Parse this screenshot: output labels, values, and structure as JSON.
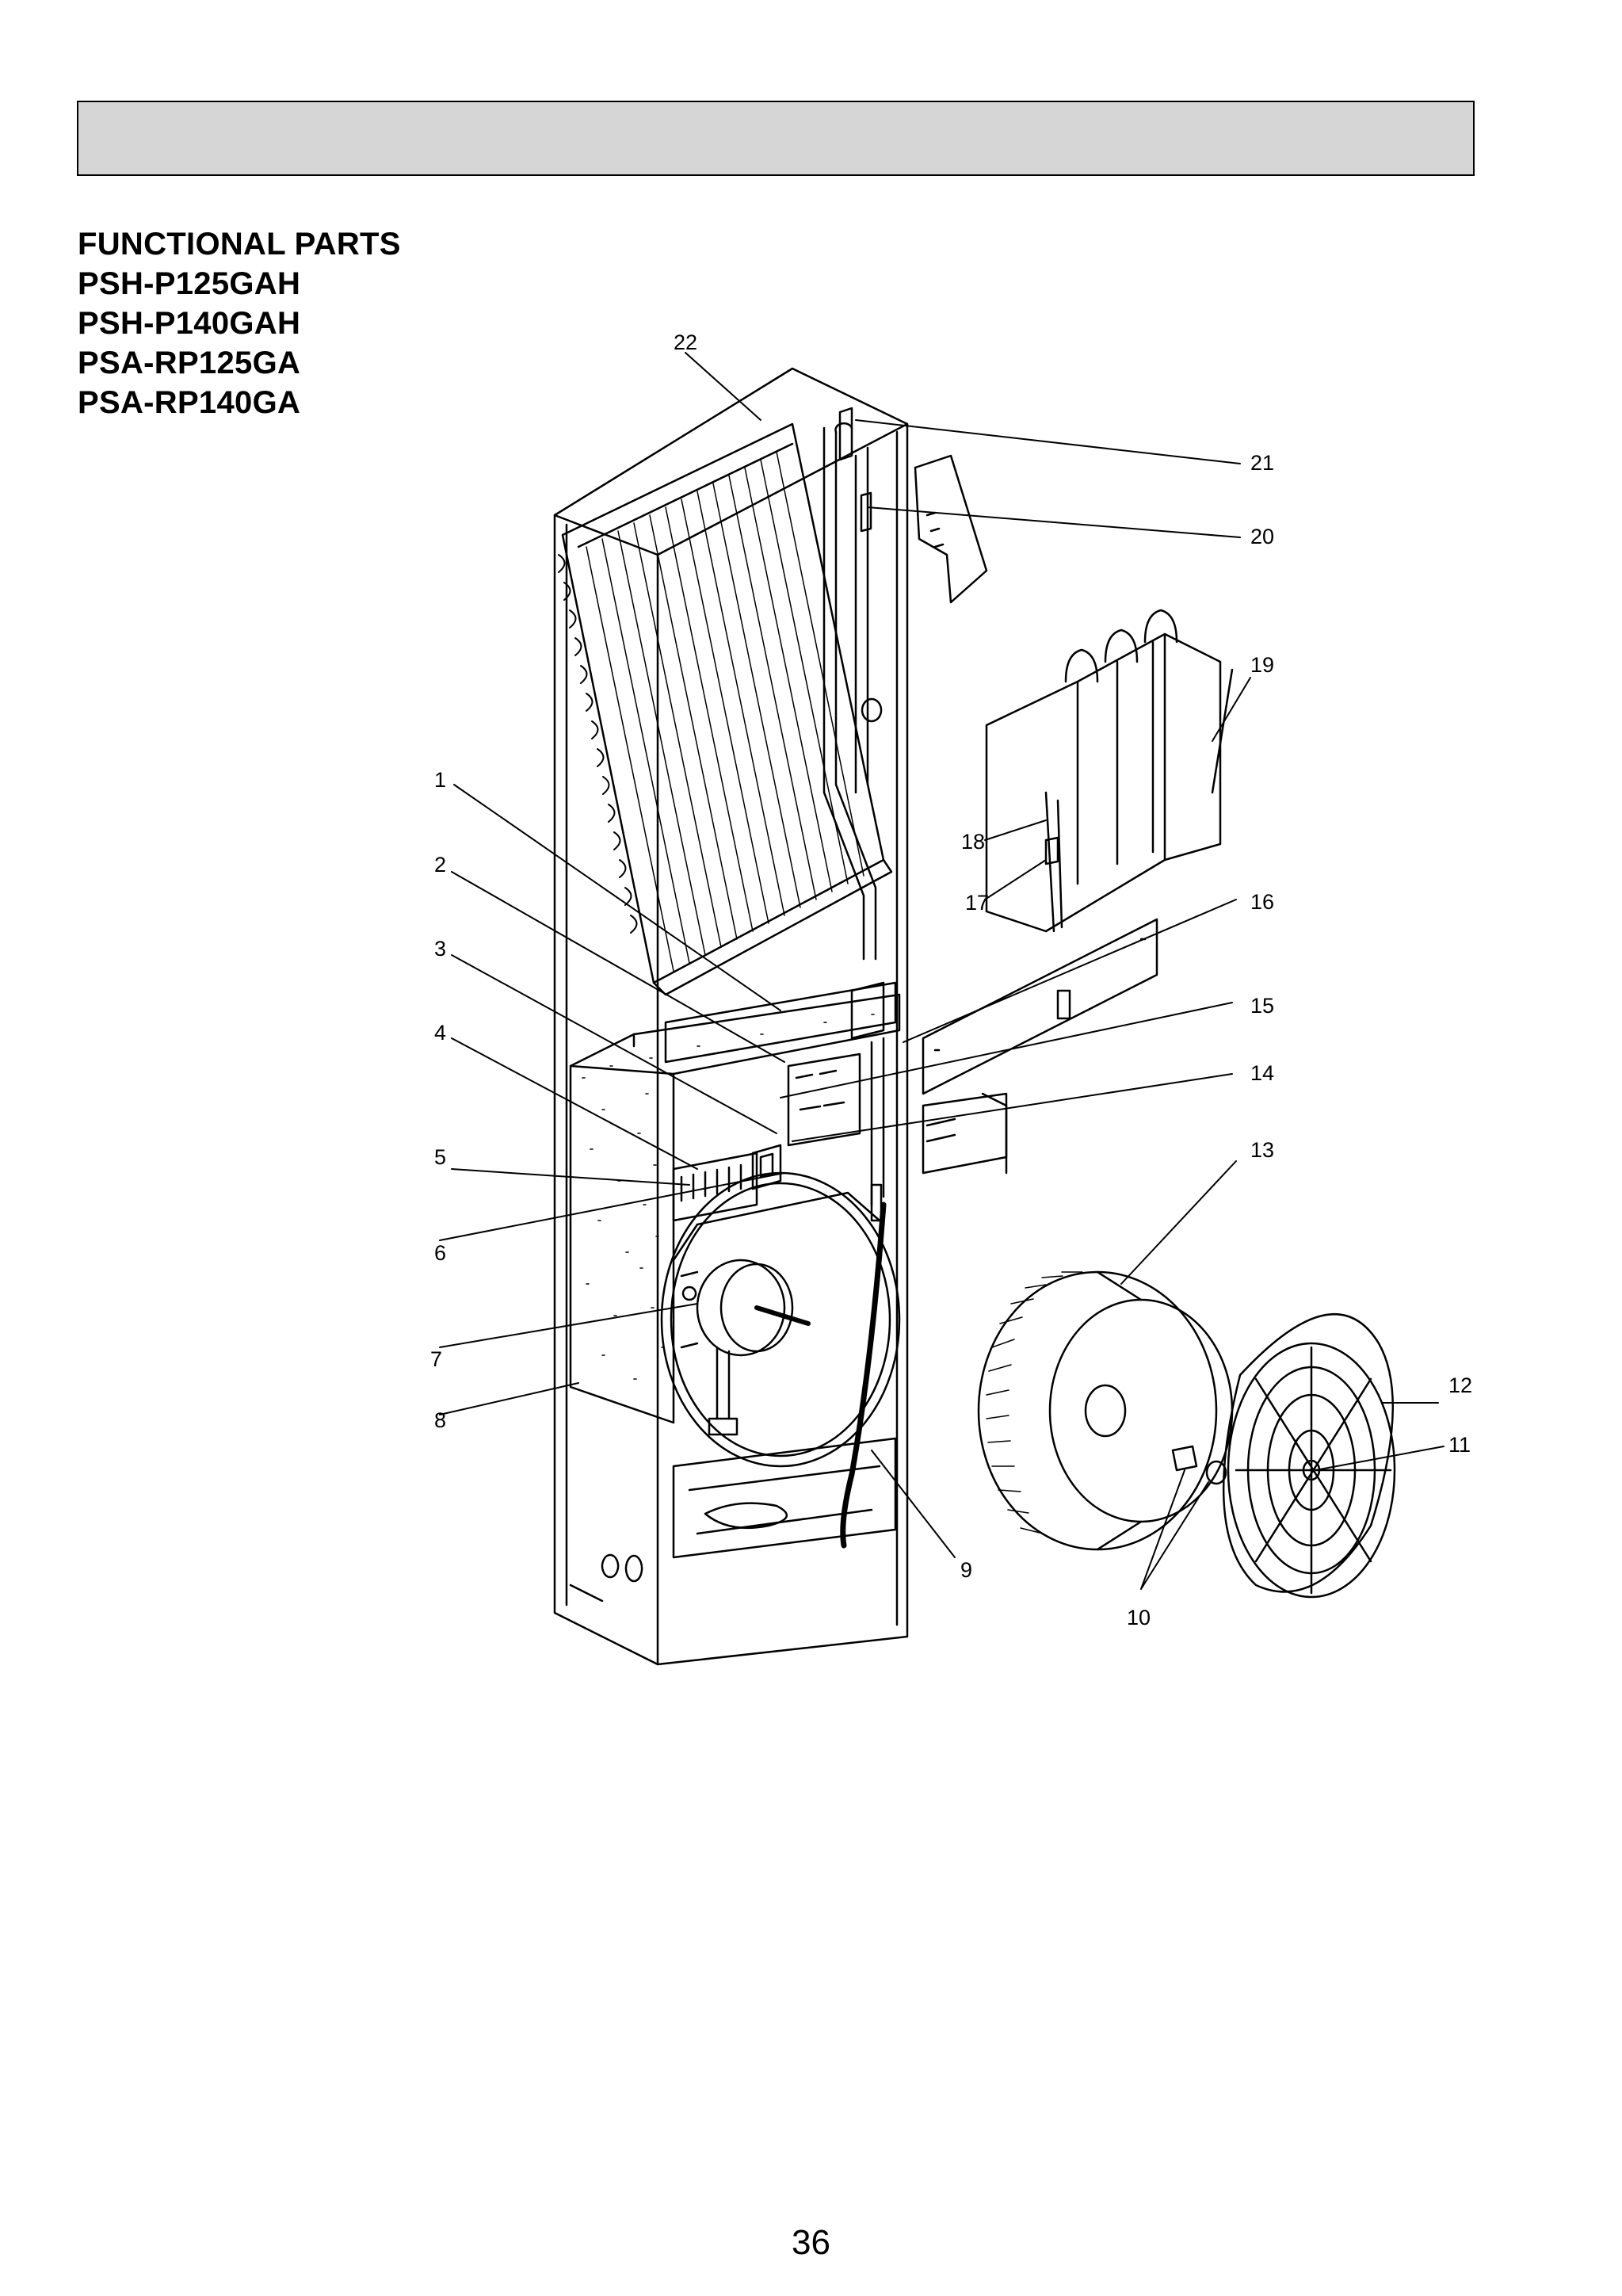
{
  "header": {
    "band_color": "#d6d6d6"
  },
  "title": {
    "heading": "FUNCTIONAL PARTS",
    "models": [
      "PSH-P125GAH",
      "PSH-P140GAH",
      "PSA-RP125GA",
      "PSA-RP140GA"
    ]
  },
  "callouts": [
    "1",
    "2",
    "3",
    "4",
    "5",
    "6",
    "7",
    "8",
    "9",
    "10",
    "11",
    "12",
    "13",
    "14",
    "15",
    "16",
    "17",
    "18",
    "19",
    "20",
    "21",
    "22"
  ],
  "page_number": "36"
}
